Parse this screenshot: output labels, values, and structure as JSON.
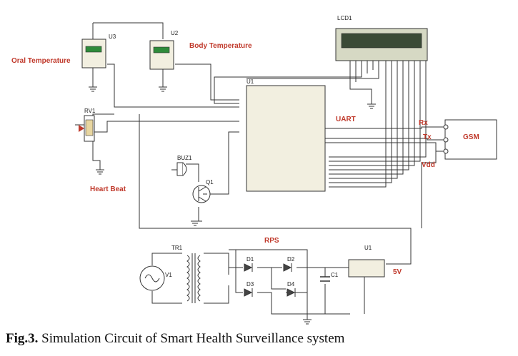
{
  "labels": {
    "oral_temperature": "Oral Temperature",
    "body_temperature": "Body Temperature",
    "heart_beat": "Heart Beat",
    "uart": "UART",
    "rps": "RPS",
    "gsm": "GSM",
    "rx": "Rx",
    "tx": "Tx",
    "vdd": "Vdd",
    "five_v": "5V"
  },
  "refs": {
    "lcd": "LCD1",
    "u3": "U3",
    "u2": "U2",
    "u1_mcu": "U1",
    "u1_reg": "U1",
    "rv1": "RV1",
    "buz1": "BUZ1",
    "q1": "Q1",
    "tr1": "TR1",
    "v1": "V1",
    "d1": "D1",
    "d2": "D2",
    "d3": "D3",
    "d4": "D4",
    "c1": "C1"
  },
  "caption": {
    "number": "Fig.3.",
    "text": " Simulation Circuit of Smart Health Surveillance system"
  }
}
